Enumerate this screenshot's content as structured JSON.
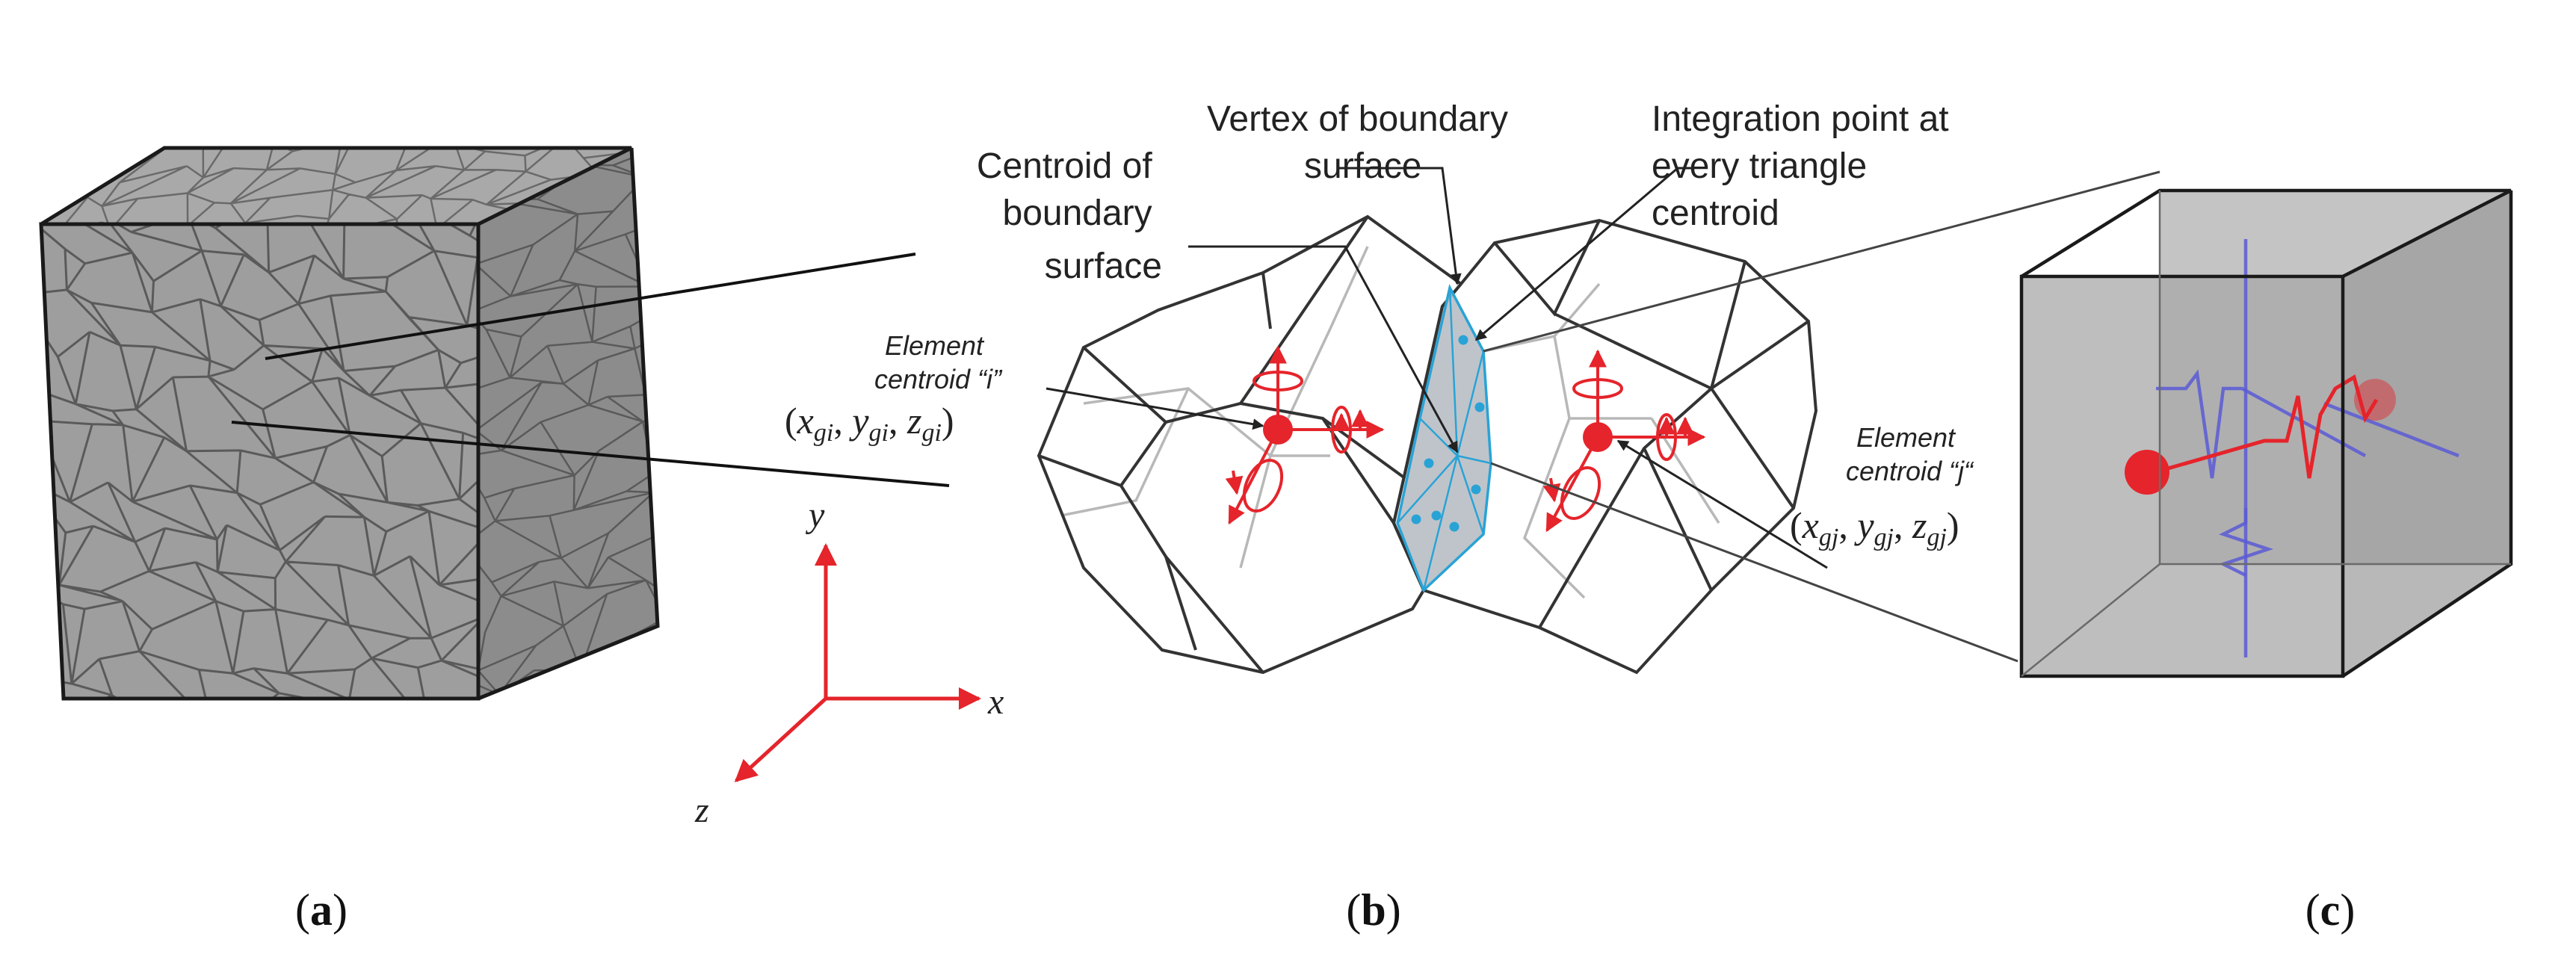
{
  "panels": {
    "a": {
      "open": "(",
      "letter": "a",
      "close": ")"
    },
    "b": {
      "open": "(",
      "letter": "b",
      "close": ")"
    },
    "c": {
      "open": "(",
      "letter": "c",
      "close": ")"
    }
  },
  "annotations": {
    "vertex": [
      "Vertex of boundary",
      "surface"
    ],
    "integration": [
      "Integration point at",
      "every triangle",
      "centroid"
    ],
    "centroid_boundary": [
      "Centroid of",
      "boundary",
      "surface"
    ],
    "element_i": {
      "line1": "Element",
      "line2_prefix": "centroid “",
      "id": "i",
      "line2_suffix": "”"
    },
    "element_j": {
      "line1": "Element",
      "line2_prefix": "centroid “",
      "id": "j",
      "line2_suffix": "“"
    },
    "coords_i": "(xgi, ygi, zgi)",
    "coords_j": "(xgj, ygj, zgj)"
  },
  "coords": {
    "i": {
      "open": "(",
      "x": "x",
      "xs": "gi",
      "y": "y",
      "ys": "gi",
      "z": "z",
      "zs": "gi",
      "close": ")",
      "sep": ", "
    },
    "j": {
      "open": "(",
      "x": "x",
      "xs": "gj",
      "y": "y",
      "ys": "gj",
      "z": "z",
      "zs": "gj",
      "close": ")",
      "sep": ", "
    }
  },
  "axes": {
    "x": "x",
    "y": "y",
    "z": "z"
  },
  "colors": {
    "cube_front": "#9e9e9e",
    "cube_top": "#a9a9a9",
    "cube_side": "#8c8c8c",
    "grain_line": "#5a5a5a",
    "red": "#e5242b",
    "blue": "#5b5bd6",
    "cyan": "#29a3d6",
    "boundary_fill": "#b8bec4",
    "edge_dark": "#2f2f2f",
    "edge_light": "#b5b5b5"
  }
}
